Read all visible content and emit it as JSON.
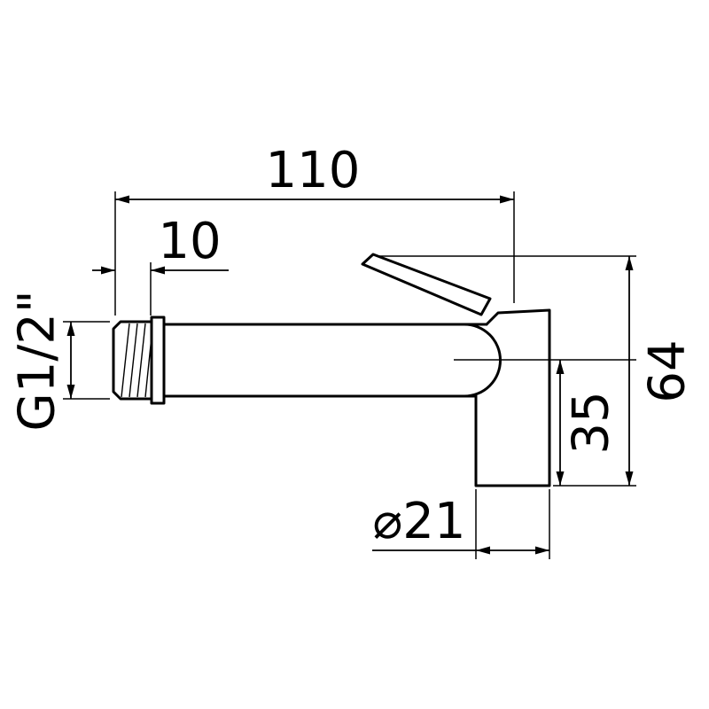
{
  "drawing": {
    "background_color": "#ffffff",
    "line_color": "#000000",
    "dimensions": {
      "length_total": "110",
      "thread_length": "10",
      "thread_size": "G1/2\"",
      "height_total": "64",
      "axis_to_bottom": "35",
      "diameter": "⌀21"
    }
  }
}
